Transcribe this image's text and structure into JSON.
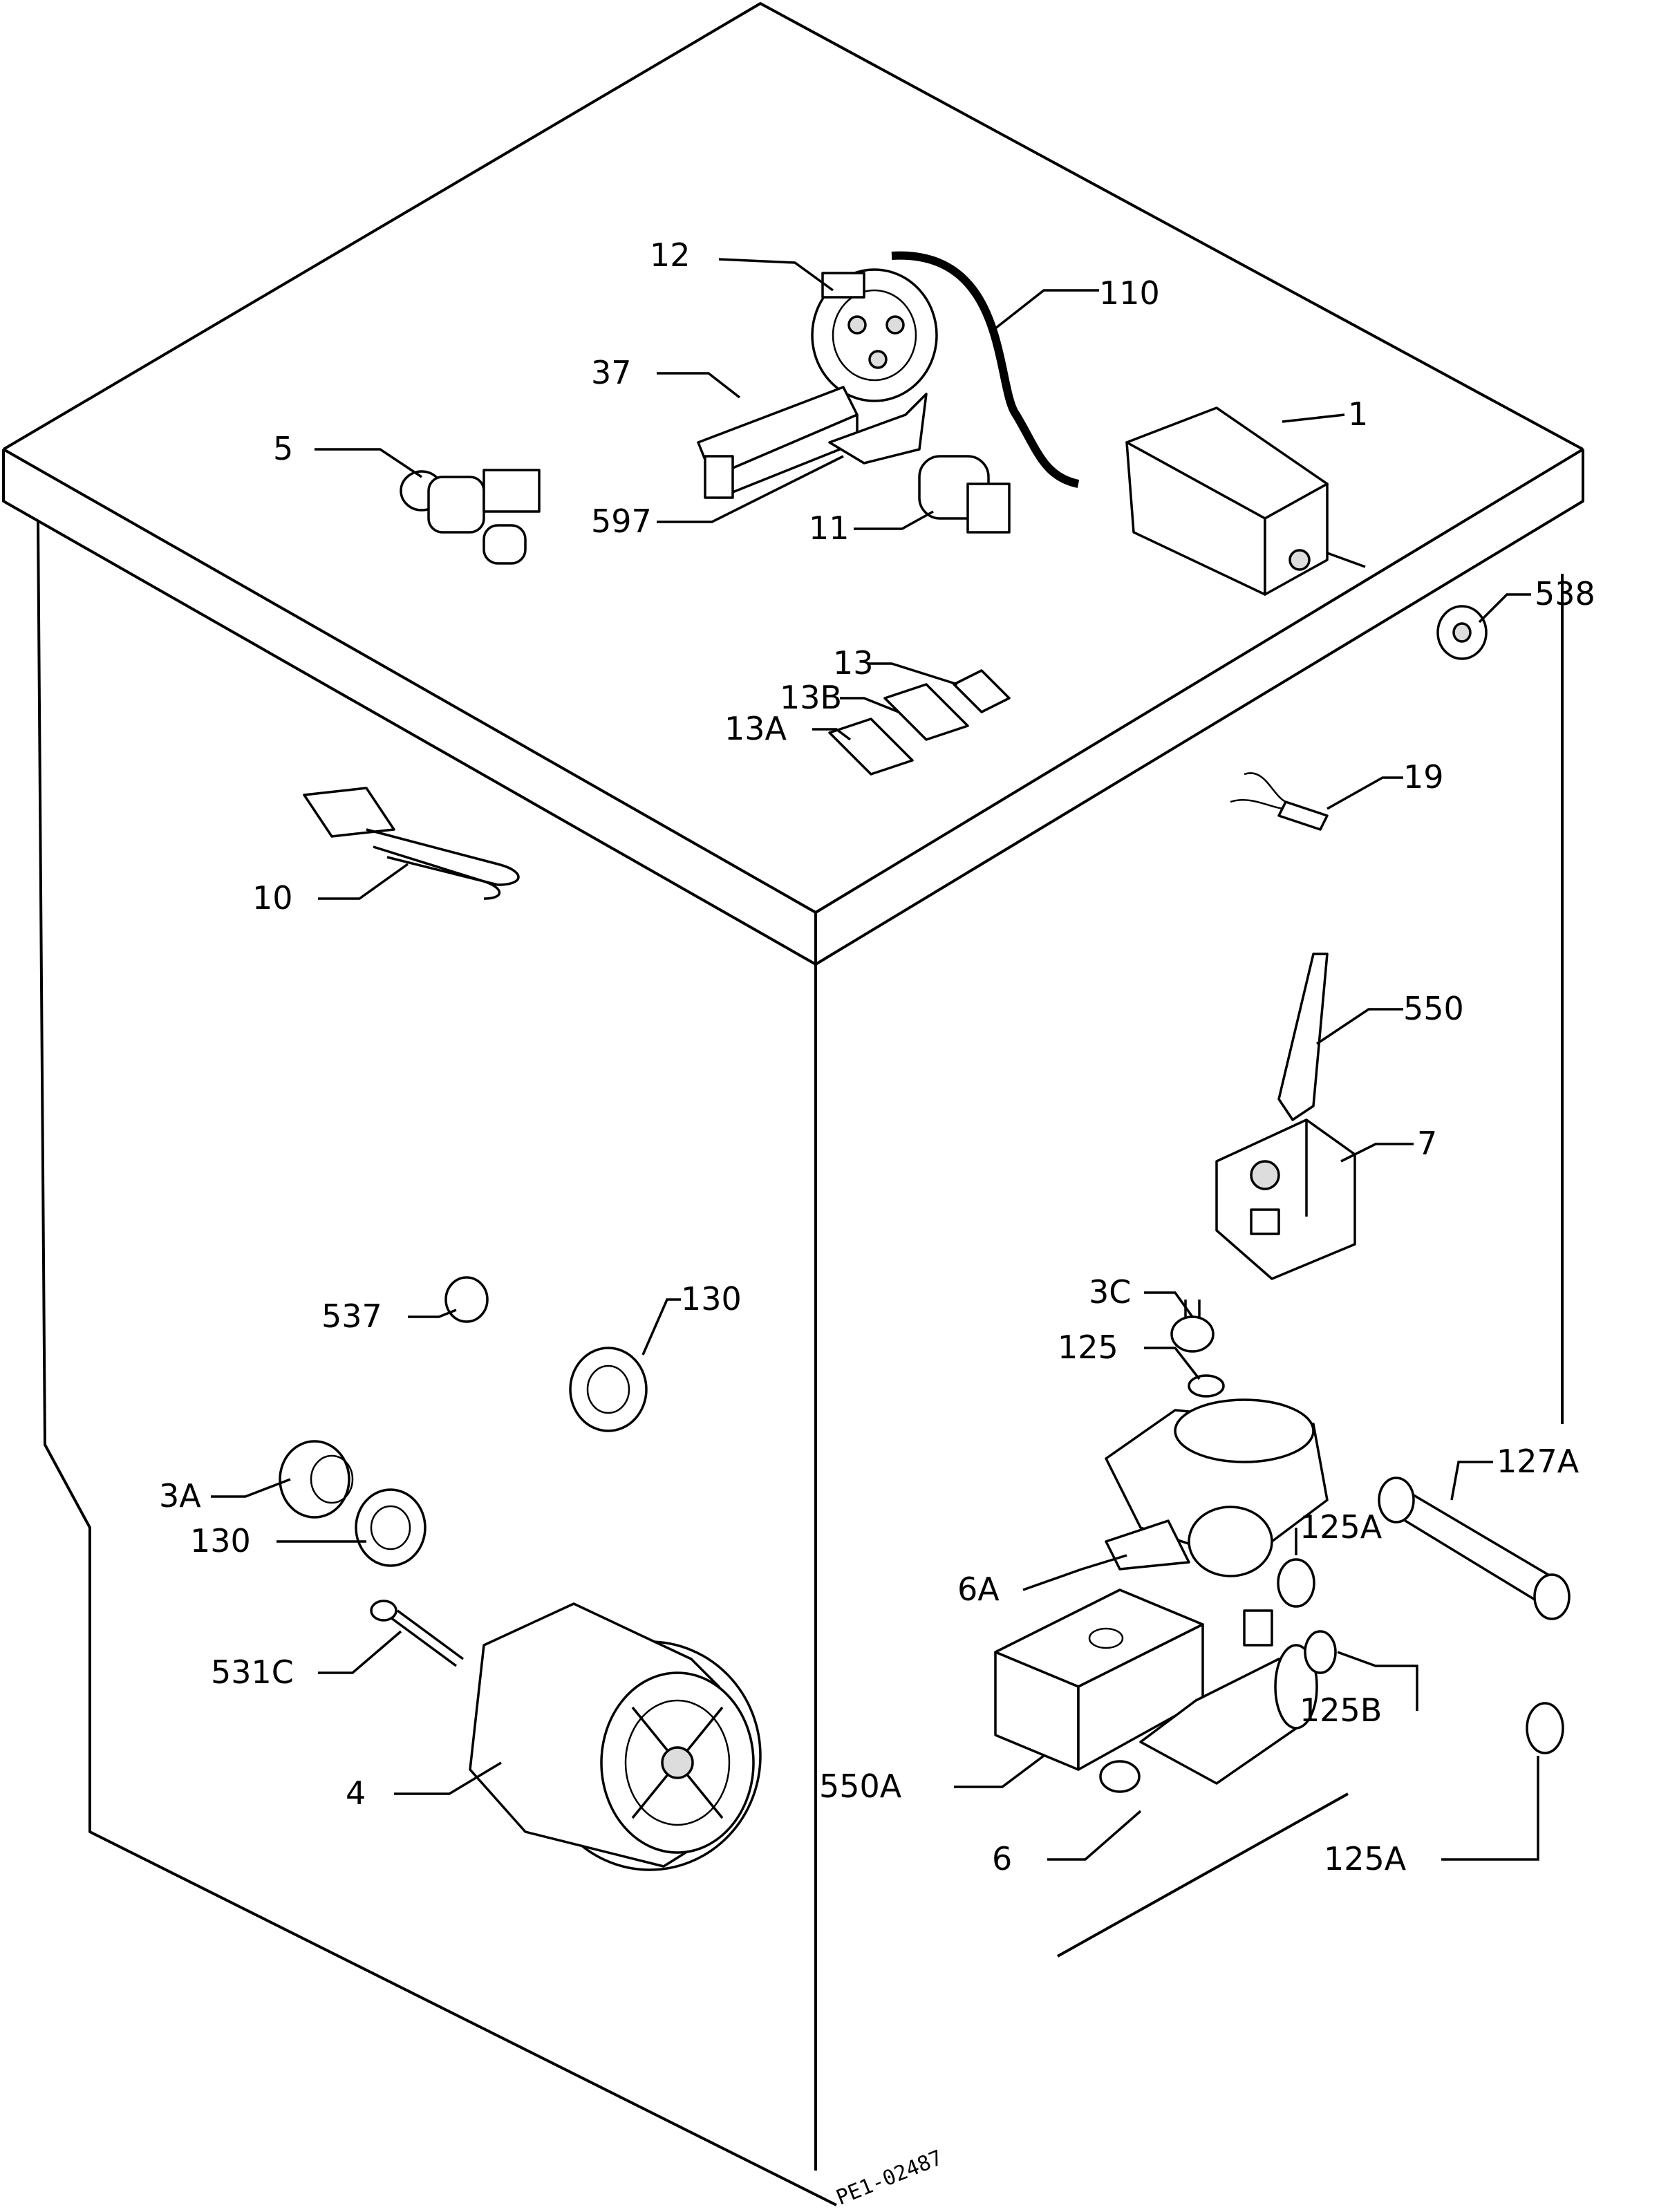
{
  "labels": {
    "p1": "1",
    "p5": "5",
    "p12": "12",
    "p37": "37",
    "p110": "110",
    "p597": "597",
    "p11": "11",
    "p538": "538",
    "p13": "13",
    "p13b": "13B",
    "p13a": "13A",
    "p19": "19",
    "p10": "10",
    "p550": "550",
    "p7": "7",
    "p3c": "3C",
    "p125": "125",
    "p537": "537",
    "p130_top": "130",
    "p127a": "127A",
    "p125a_upper": "125A",
    "p3a": "3A",
    "p130_left": "130",
    "p6a": "6A",
    "p531c": "531C",
    "p125b": "125B",
    "p4": "4",
    "p550a": "550A",
    "p125a_lower": "125A",
    "p6": "6"
  },
  "stamp": "PE1-02487"
}
